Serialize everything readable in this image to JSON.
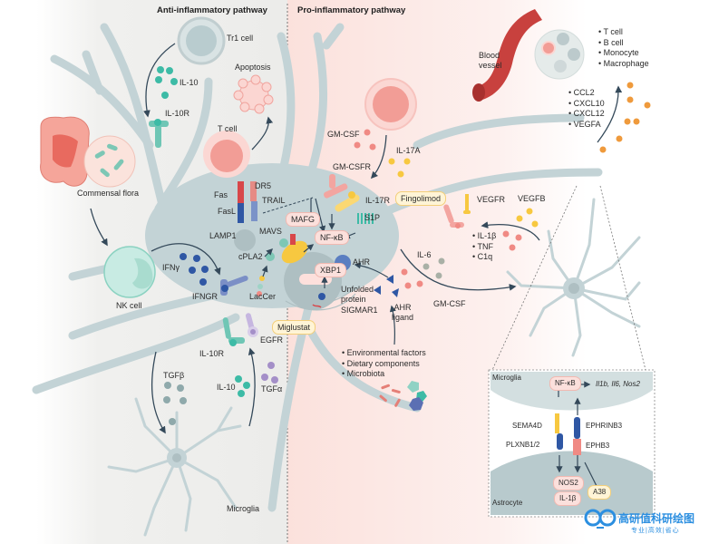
{
  "headers": {
    "anti": "Anti-inflammatory pathway",
    "pro": "Pro-inflammatory pathway"
  },
  "colors": {
    "anti_bg": "#efefed",
    "pro_bg": "#fbe3de",
    "astrocyte": "#c3d3d6",
    "teal": "#3dbba6",
    "blue": "#2f57a4",
    "pink": "#f08a84",
    "yellow": "#f7c840",
    "orange": "#ef9a3c",
    "purple": "#a48fc8",
    "grey_dot": "#a9b0a6",
    "vessel": "#c8413e"
  },
  "labels": {
    "tr1_cell": "Tr1 cell",
    "il10_top": "IL-10",
    "il10r_top": "IL-10R",
    "apoptosis": "Apoptosis",
    "t_cell": "T cell",
    "dr5": "DR5",
    "fas": "Fas",
    "fasl": "FasL",
    "trail": "TRAIL",
    "commensal_flora": "Commensal flora",
    "nk_cell": "NK cell",
    "ifng": "IFNγ",
    "ifngr": "IFNGR",
    "lamp1": "LAMP1",
    "mavs": "MAVS",
    "cpla2": "cPLA2",
    "laccer": "LacCer",
    "il10r_bottom": "IL-10R",
    "egfr": "EGFR",
    "tgfb": "TGFβ",
    "il10_bottom": "IL-10",
    "tgfa": "TGFα",
    "microglia_bottom": "Microglia",
    "gmcsf_top": "GM-CSF",
    "gmcsfr": "GM-CSFR",
    "il17a": "IL-17A",
    "il17r": "IL-17R",
    "s1p": "S1P",
    "nfkb": "NF-κB",
    "ahr": "AHR",
    "xbp1": "XBP1",
    "unfolded_protein": "Unfolded protein",
    "sigmar1": "SIGMAR1",
    "ahr_ligand": "AHR ligand",
    "il6": "IL-6",
    "gmcsf_right": "GM-CSF",
    "vegfr": "VEGFR",
    "vegfb": "VEGFB",
    "blood_vessel": "Blood vessel"
  },
  "drugs": {
    "fingolimod": "Fingolimod",
    "miglustat": "Miglustat",
    "mafg": "MAFG"
  },
  "lists": {
    "immune_cells": [
      "T cell",
      "B cell",
      "Monocyte",
      "Macrophage"
    ],
    "chemokines": [
      "CCL2",
      "CXCL10",
      "CXCL12",
      "VEGFA"
    ],
    "microglia_factors": [
      "IL-1β",
      "TNF",
      "C1q"
    ],
    "environment": [
      "Environmental factors",
      "Dietary components",
      "Microbiota"
    ]
  },
  "inset": {
    "microglia": "Microglia",
    "astrocyte": "Astrocyte",
    "nfkb": "NF-κB",
    "genes": "Il1b, Il6, Nos2",
    "sema4d": "SEMA4D",
    "plxnb": "PLXNB1/2",
    "ephrinb3": "EPHRINB3",
    "ephb3": "EPHB3",
    "nos2": "NOS2",
    "il1b": "IL-1β",
    "a38": "A38"
  },
  "watermark": {
    "title": "高研值科研绘图",
    "subtitle": "专业|高效|省心"
  }
}
